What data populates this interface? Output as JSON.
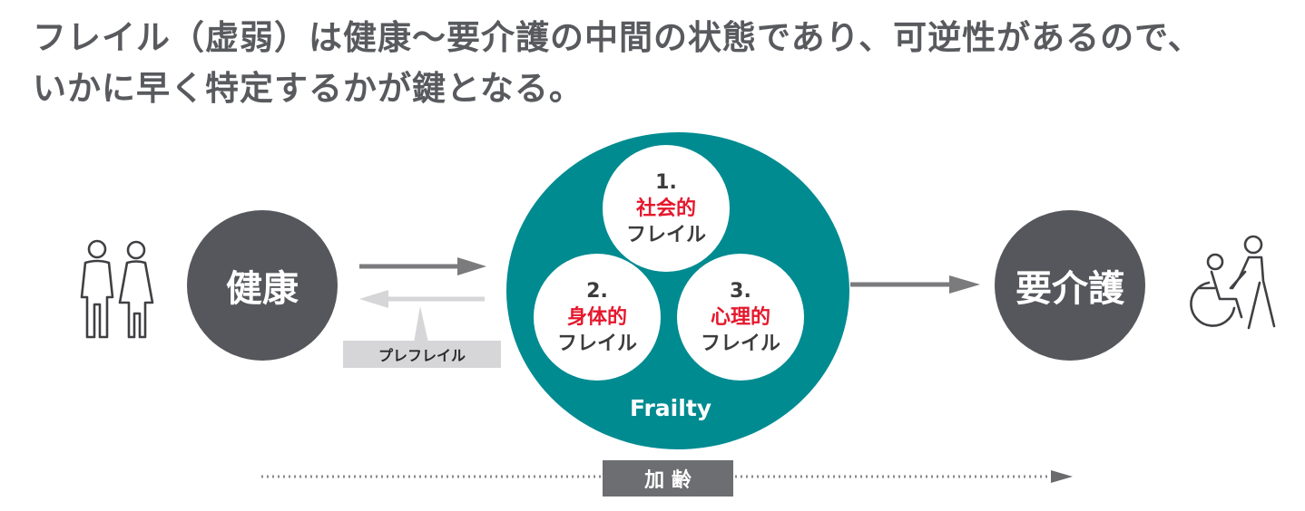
{
  "headline": {
    "line1": "フレイル（虚弱）は健康〜要介護の中間の状態であり、可逆性があるので、",
    "line2": "いかに早く特定するかが鍵となる。"
  },
  "stages": {
    "healthy": "健康",
    "care_needed": "要介護",
    "prefrail": "プレフレイル"
  },
  "frailty": {
    "label": "Frailty",
    "types": [
      {
        "num": "1.",
        "kind": "社会的",
        "word": "フレイル"
      },
      {
        "num": "2.",
        "kind": "身体的",
        "word": "フレイル"
      },
      {
        "num": "3.",
        "kind": "心理的",
        "word": "フレイル"
      }
    ]
  },
  "aging": "加 齢",
  "icons": [
    "couple-icon",
    "wheelchair-caregiver-icon"
  ],
  "colors": {
    "dark_circle": "#56575c",
    "teal": "#008b91",
    "accent_red": "#e5172c",
    "arrow_gray": "#7b7b7e",
    "light_gray": "#d6d6d8"
  }
}
